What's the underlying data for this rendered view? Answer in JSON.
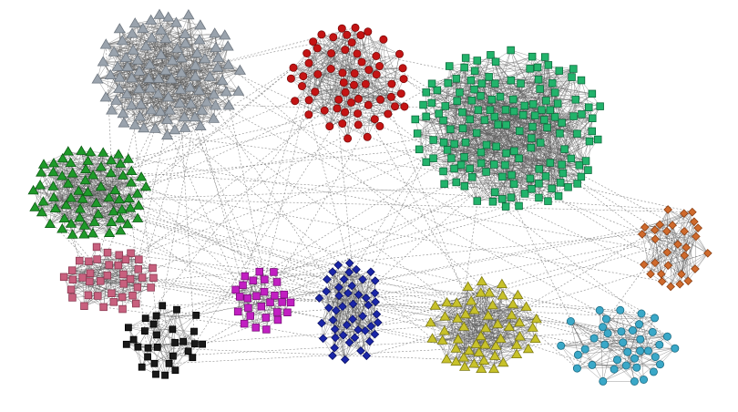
{
  "network": {
    "communities": [
      {
        "id": "gray",
        "color": "#9aa3ad",
        "stroke": "#6f7780",
        "shape": "triangle",
        "count": 95
      },
      {
        "id": "red",
        "color": "#c41414",
        "stroke": "#7a0a0a",
        "shape": "circle",
        "count": 62
      },
      {
        "id": "green",
        "color": "#22b36b",
        "stroke": "#0d6b3c",
        "shape": "square",
        "count": 150
      },
      {
        "id": "dgreen",
        "color": "#1f9a2a",
        "stroke": "#0c5a14",
        "shape": "triangle",
        "count": 70
      },
      {
        "id": "pink",
        "color": "#c8607e",
        "stroke": "#8a3a52",
        "shape": "square",
        "count": 40
      },
      {
        "id": "black",
        "color": "#1a1a1a",
        "stroke": "#000000",
        "shape": "square",
        "count": 30
      },
      {
        "id": "purple",
        "color": "#c21fc2",
        "stroke": "#7a0f7a",
        "shape": "square",
        "count": 28
      },
      {
        "id": "blue",
        "color": "#1a26a8",
        "stroke": "#0a1066",
        "shape": "diamond",
        "count": 48
      },
      {
        "id": "olive",
        "color": "#c8c22a",
        "stroke": "#7d7a12",
        "shape": "triangle",
        "count": 55
      },
      {
        "id": "cyan",
        "color": "#3aa8c8",
        "stroke": "#1a6a82",
        "shape": "circle",
        "count": 38
      },
      {
        "id": "orange",
        "color": "#cf6a2c",
        "stroke": "#8a3e12",
        "shape": "diamond",
        "count": 30
      }
    ],
    "edge_color": "#5a5a5a",
    "inter_edge_color": "#8a8a8a",
    "inter_edge_style": "dashed"
  }
}
